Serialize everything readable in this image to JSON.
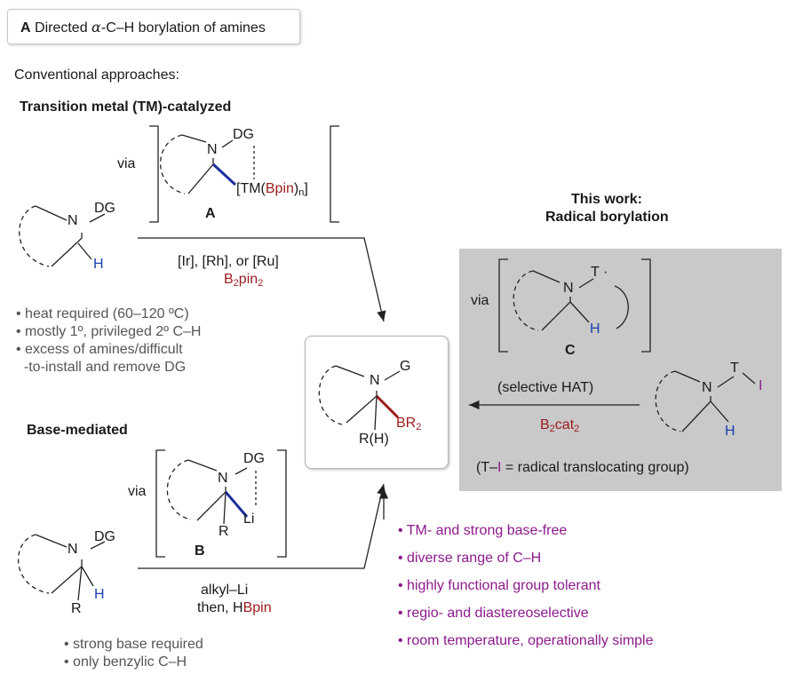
{
  "panel_title": {
    "letter": "A",
    "text_pre": "Directed ",
    "alpha": "α",
    "text_post": "-C–H borylation of amines"
  },
  "conventional_label": "Conventional approaches:",
  "tm_section": {
    "title": "Transition metal (TM)-catalyzed",
    "via": "via",
    "intermediate_label": "A",
    "tm_fragment_pre": "[TM(",
    "tm_fragment_bpin": "Bpin",
    "tm_fragment_post": ")",
    "tm_fragment_sub": "n",
    "tm_fragment_close": "]",
    "conditions_line1": "[Ir], [Rh], or [Ru]",
    "conditions_b": "B",
    "conditions_sub": "2",
    "conditions_pin": "pin",
    "conditions_sub2": "2",
    "bullets": [
      "• heat required (60–120 ºC)",
      "• mostly 1º, privileged 2º C–H",
      "• excess of amines/difficult",
      "  -to-install and remove DG"
    ]
  },
  "base_section": {
    "title": "Base-mediated",
    "via": "via",
    "intermediate_label": "B",
    "li_label": "Li",
    "r_label": "R",
    "conditions_line1": "alkyl–Li",
    "conditions_line2_pre": "then, H",
    "conditions_line2_bpin": "Bpin",
    "bullets": [
      "• strong base required",
      "• only benzylic C–H"
    ]
  },
  "this_work": {
    "title_line1": "This work:",
    "title_line2": "Radical borylation",
    "via": "via",
    "intermediate_label": "C",
    "t_label": "T",
    "radical_dot": "·",
    "i_label": "I",
    "hat_label": "(selective HAT)",
    "reagent_b": "B",
    "reagent_sub": "2",
    "reagent_cat": "cat",
    "reagent_sub2": "2",
    "footnote_pre": "(T–",
    "footnote_i": "I",
    "footnote_post": " = radical translocating group)"
  },
  "product": {
    "n_label": "N",
    "g_label": "G",
    "br2_pre": "BR",
    "br2_sub": "2",
    "rh_label": "R(H)"
  },
  "atoms": {
    "n": "N",
    "dg": "DG",
    "h": "H",
    "r": "R"
  },
  "advantages": [
    "• TM- and strong base-free",
    "• diverse range of C–H",
    "• highly functional group tolerant",
    "• regio- and diastereoselective",
    "• room temperature, operationally simple"
  ],
  "colors": {
    "blue_bond": "#1a2f9e",
    "red_bond": "#9b1b1b",
    "purple": "#8b1a8b",
    "panel_gray": "#c9c9c9"
  }
}
